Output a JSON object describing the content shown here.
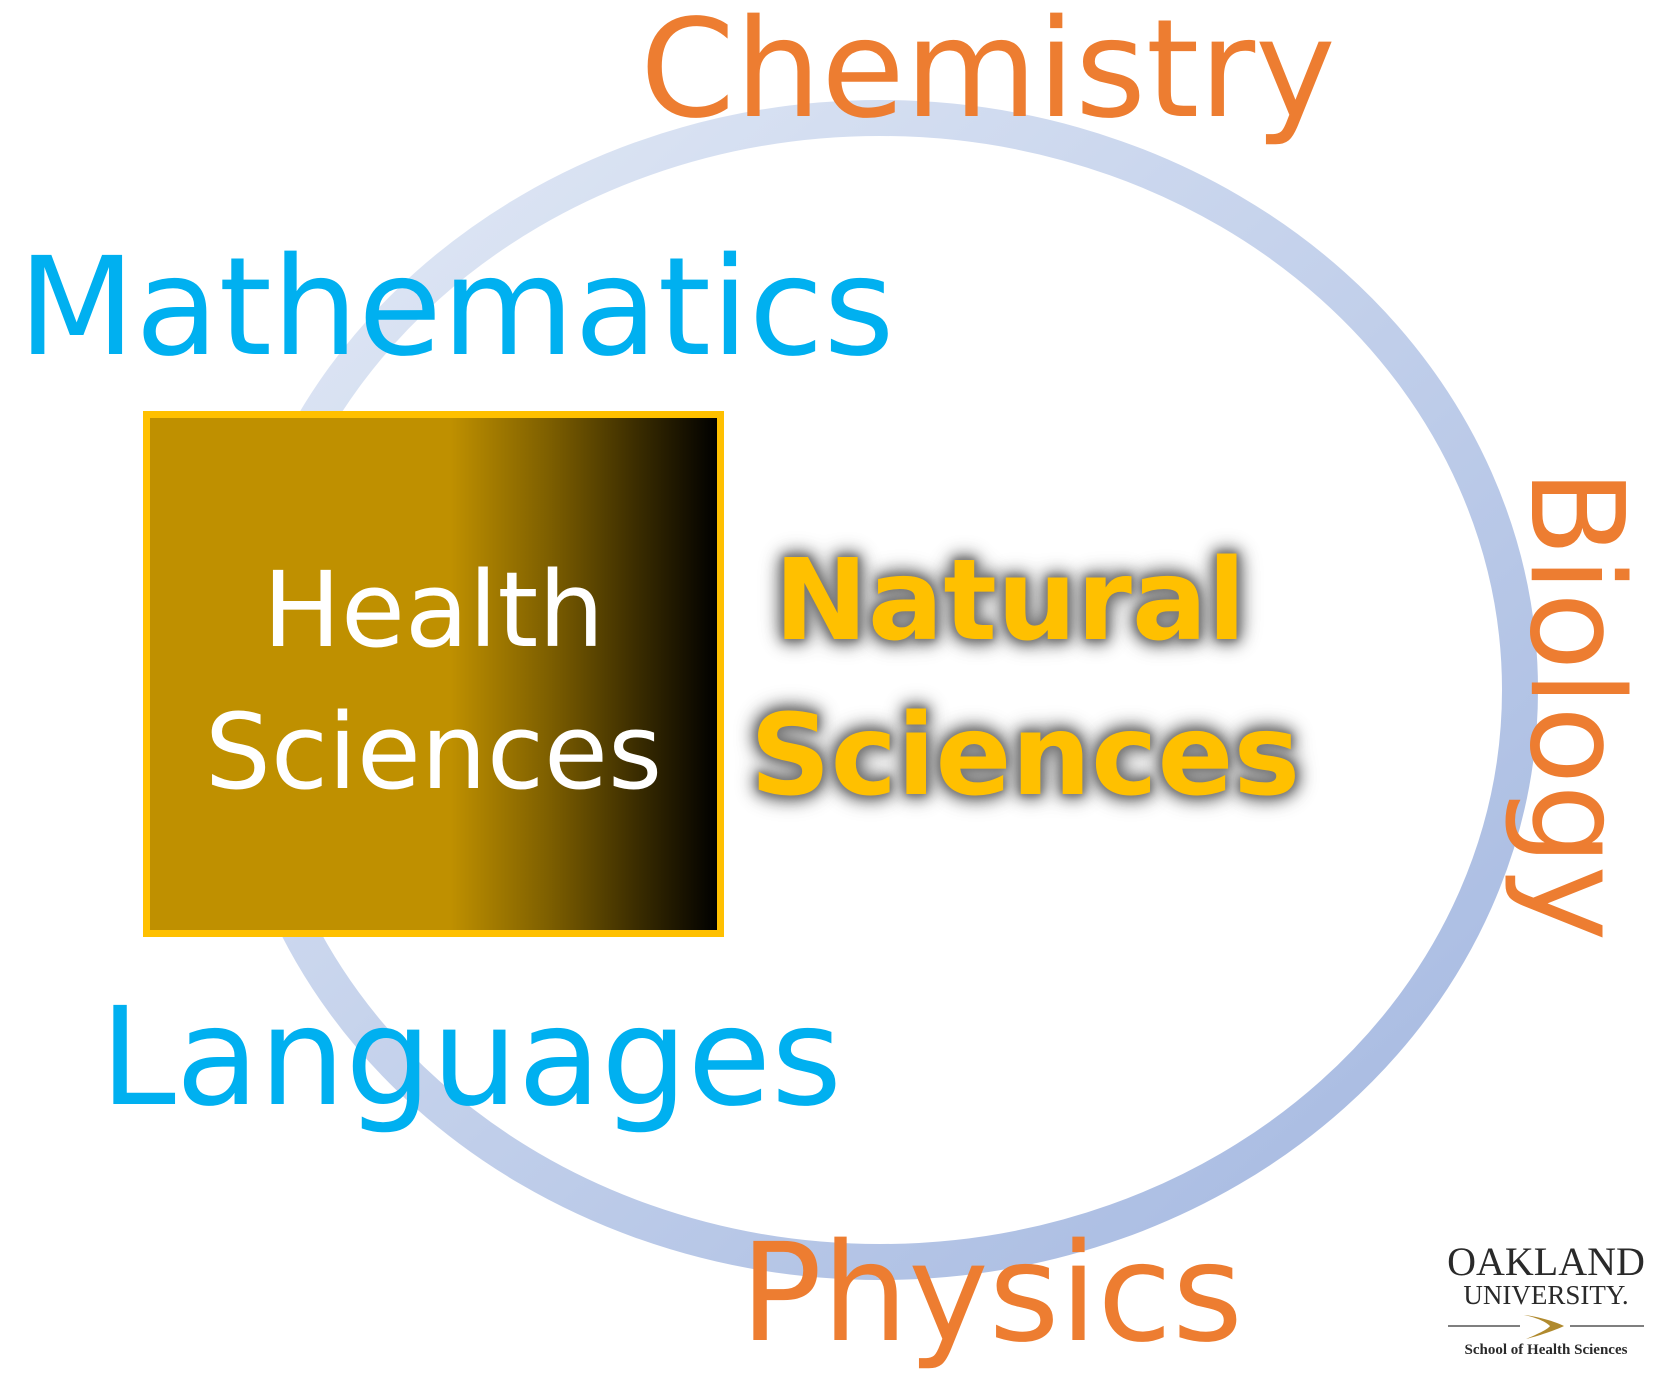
{
  "outer_topics": {
    "chemistry": "Chemistry",
    "mathematics": "Mathematics",
    "biology": "Biology",
    "languages": "Languages",
    "physics": "Physics"
  },
  "health_sciences": {
    "line1": "Health",
    "line2": "Sciences"
  },
  "natural_sciences": {
    "line1": "Natural",
    "line2": "Sciences"
  },
  "logo": {
    "line1": "OAKLAND",
    "line2": "UNIVERSITY.",
    "line3": "School of Health Sciences"
  },
  "colors": {
    "science_words": "#ed7d31",
    "other_words": "#00b0f0",
    "health_box_gold": "#bf9000",
    "health_box_border": "#ffc000",
    "natural_text": "#ffc000",
    "ring_light": "#dce6f4",
    "ring_dark": "#a9bde2"
  }
}
